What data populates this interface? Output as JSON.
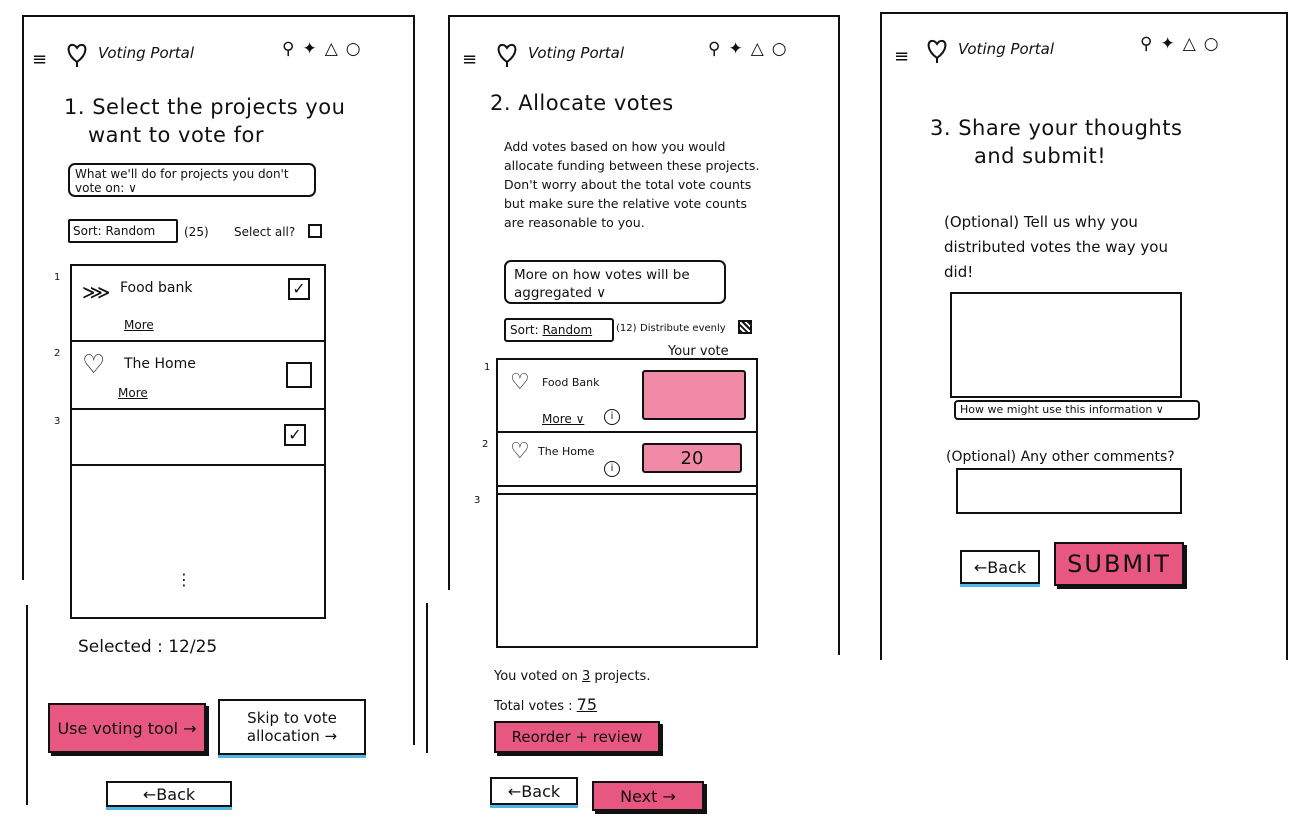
{
  "app": {
    "title": "Voting Portal"
  },
  "header_icons": [
    "search-icon",
    "star-icon",
    "triangle-icon",
    "circle-icon"
  ],
  "colors": {
    "accent": "#e8577f",
    "vote_fill": "#f08aa6",
    "underline_blue": "#4fb7e6",
    "ink": "#111111"
  },
  "panel1": {
    "title_line1": "1. Select the projects you",
    "title_line2": "want to vote for",
    "no_vote_dropdown": "What we'll do for projects you don't vote on: ∨",
    "sort_label": "Sort: Random",
    "count": "(25)",
    "select_all_label": "Select all?",
    "rows": [
      {
        "num": "1",
        "name": "Food bank",
        "more": "More",
        "checked": "✓"
      },
      {
        "num": "2",
        "name": "The Home",
        "more": "More",
        "checked": ""
      },
      {
        "num": "3",
        "name": "",
        "more": "",
        "checked": "✓"
      }
    ],
    "ellipsis": "⋮",
    "selected_text": "Selected : 12/25",
    "use_tool_button": "Use voting tool →",
    "skip_button_line1": "Skip to vote",
    "skip_button_line2": "allocation →",
    "back_button": "←Back"
  },
  "panel2": {
    "title": "2. Allocate votes",
    "description": "Add votes based on how you would allocate funding between these projects. Don't worry about the total vote counts but make sure the relative vote counts are reasonable to you.",
    "aggregate_dropdown": "More on how votes will be aggregated ∨",
    "sort_prefix": "Sort:",
    "sort_value": "Random",
    "count": "(12)",
    "distribute_label": "Distribute evenly",
    "your_vote_label": "Your vote",
    "rows": [
      {
        "num": "1",
        "name": "Food Bank",
        "more": "More ∨",
        "info": "i",
        "vote": ""
      },
      {
        "num": "2",
        "name": "The Home",
        "more": "",
        "info": "i",
        "vote": "20"
      },
      {
        "num": "3",
        "name": "",
        "more": "",
        "info": "",
        "vote": ""
      }
    ],
    "voted_prefix": "You voted on",
    "voted_count": "3",
    "voted_suffix": "projects.",
    "total_prefix": "Total votes :",
    "total_value": "75",
    "reorder_button": "Reorder + review",
    "back_button": "←Back",
    "next_button": "Next →"
  },
  "panel3": {
    "title_line1": "3. Share your thoughts",
    "title_line2": "and submit!",
    "question1": "(Optional) Tell us why you distributed votes the way you did!",
    "info_dropdown": "How we might use this information ∨",
    "question2": "(Optional) Any other comments?",
    "back_button": "←Back",
    "submit_button": "SUBMIT"
  }
}
